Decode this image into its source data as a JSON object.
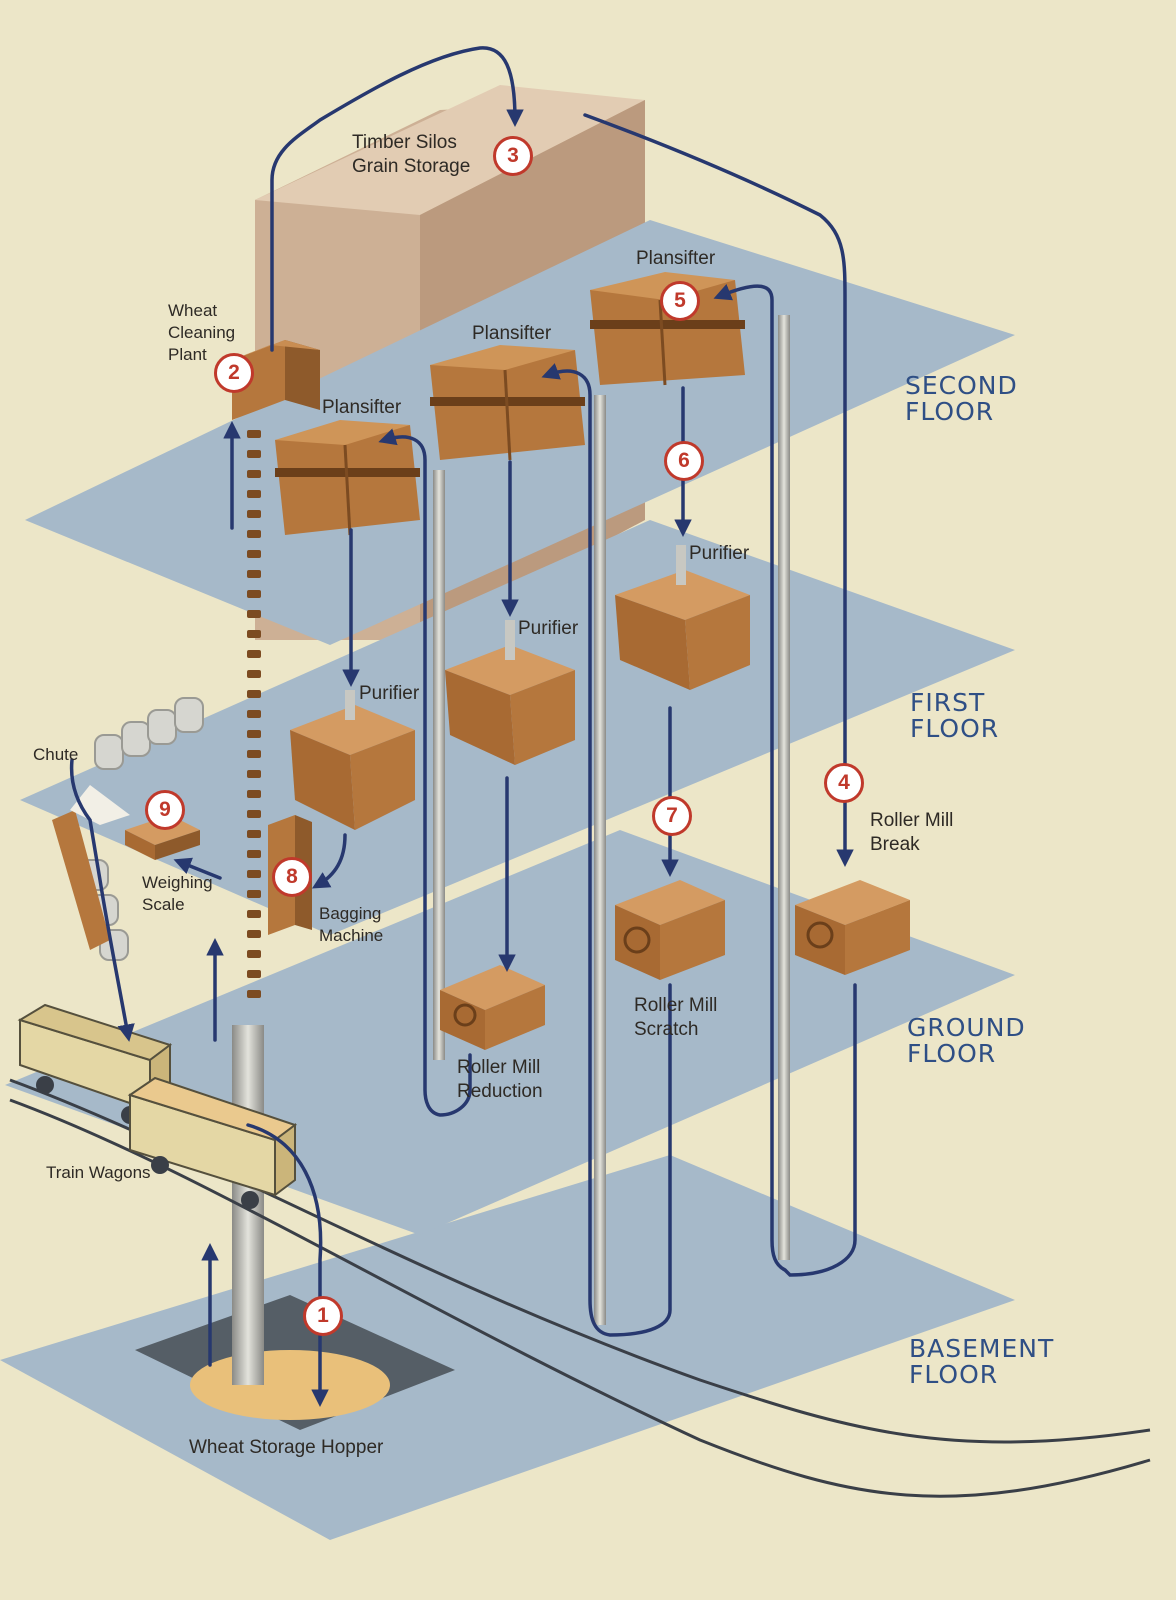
{
  "floors": [
    {
      "id": "second",
      "label": "SECOND\nFLOOR"
    },
    {
      "id": "first",
      "label": "FIRST\nFLOOR"
    },
    {
      "id": "ground",
      "label": "GROUND\nFLOOR"
    },
    {
      "id": "basement",
      "label": "BASEMENT\nFLOOR"
    }
  ],
  "labels": {
    "silos": "Timber Silos\nGrain Storage",
    "wheat_cleaning": "Wheat\nCleaning\nPlant",
    "plansifter_left": "Plansifter",
    "plansifter_middle": "Plansifter",
    "plansifter_right": "Plansifter",
    "purifier_left": "Purifier",
    "purifier_middle": "Purifier",
    "purifier_right": "Purifier",
    "chute": "Chute",
    "weighing_scale": "Weighing\nScale",
    "bagging_machine": "Bagging\nMachine",
    "roller_mill_break": "Roller Mill\nBreak",
    "roller_mill_scratch": "Roller Mill\nScratch",
    "roller_mill_reduction": "Roller Mill\nReduction",
    "train_wagons": "Train Wagons",
    "hopper": "Wheat Storage Hopper"
  },
  "steps": {
    "s1": "1",
    "s2": "2",
    "s3": "3",
    "s4": "4",
    "s5": "5",
    "s6": "6",
    "s7": "7",
    "s8": "8",
    "s9": "9"
  },
  "colors": {
    "background": "#ece6c8",
    "floor": "#a6b9c9",
    "machine": "#b5773d",
    "machine_dark": "#7c4b21",
    "flow": "#27386f",
    "step": "#c0392b",
    "floor_text": "#2f4f85"
  }
}
